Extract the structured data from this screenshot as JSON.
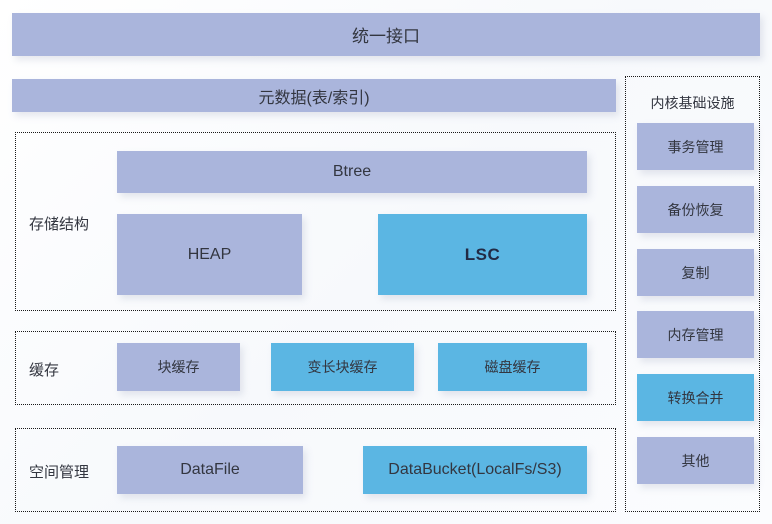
{
  "colors": {
    "lavender": "#aab5dc",
    "blue": "#5bb6e3",
    "text": "#333640",
    "lsc_text": "#222b45",
    "dashed_border": "#1a1a1a",
    "background": "#f7f9fc"
  },
  "top_bars": {
    "unified_interface": "统一接口",
    "metadata": "元数据(表/索引)"
  },
  "storage": {
    "label": "存储结构",
    "btree": "Btree",
    "heap": "HEAP",
    "lsc": "LSC"
  },
  "cache": {
    "label": "缓存",
    "items": [
      {
        "label": "块缓存",
        "variant": "lavender"
      },
      {
        "label": "变长块缓存",
        "variant": "blue"
      },
      {
        "label": "磁盘缓存",
        "variant": "blue"
      }
    ]
  },
  "space": {
    "label": "空间管理",
    "items": [
      {
        "label": "DataFile",
        "variant": "lavender"
      },
      {
        "label": "DataBucket(LocalFs/S3)",
        "variant": "blue"
      }
    ]
  },
  "sidebar": {
    "title": "内核基础设施",
    "items": [
      {
        "label": "事务管理",
        "variant": "lavender"
      },
      {
        "label": "备份恢复",
        "variant": "lavender"
      },
      {
        "label": "复制",
        "variant": "lavender"
      },
      {
        "label": "内存管理",
        "variant": "lavender"
      },
      {
        "label": "转换合并",
        "variant": "blue"
      },
      {
        "label": "其他",
        "variant": "lavender"
      }
    ]
  }
}
